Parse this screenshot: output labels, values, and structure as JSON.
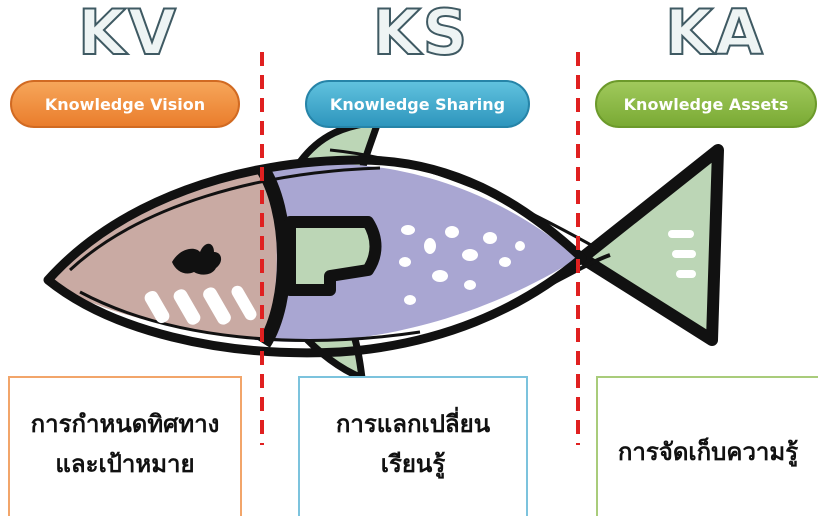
{
  "columns": [
    {
      "acronym": "KV",
      "label": "Knowledge Vision",
      "caption": "การกำหนดทิศทาง\nและเป้าหมาย",
      "color": "#ea7d2c"
    },
    {
      "acronym": "KS",
      "label": "Knowledge Sharing",
      "caption": "การแลกเปลี่ยน\nเรียนรู้",
      "color": "#2e96bd"
    },
    {
      "acronym": "KA",
      "label": "Knowledge Assets",
      "caption": "การจัดเก็บความรู้",
      "color": "#7aaa34"
    }
  ],
  "colors": {
    "head_fill": "#c9aaa3",
    "body_fill": "#a9a6d2",
    "tail_fill": "#bcd6b6",
    "outline": "#111111",
    "divider": "#e02020"
  }
}
